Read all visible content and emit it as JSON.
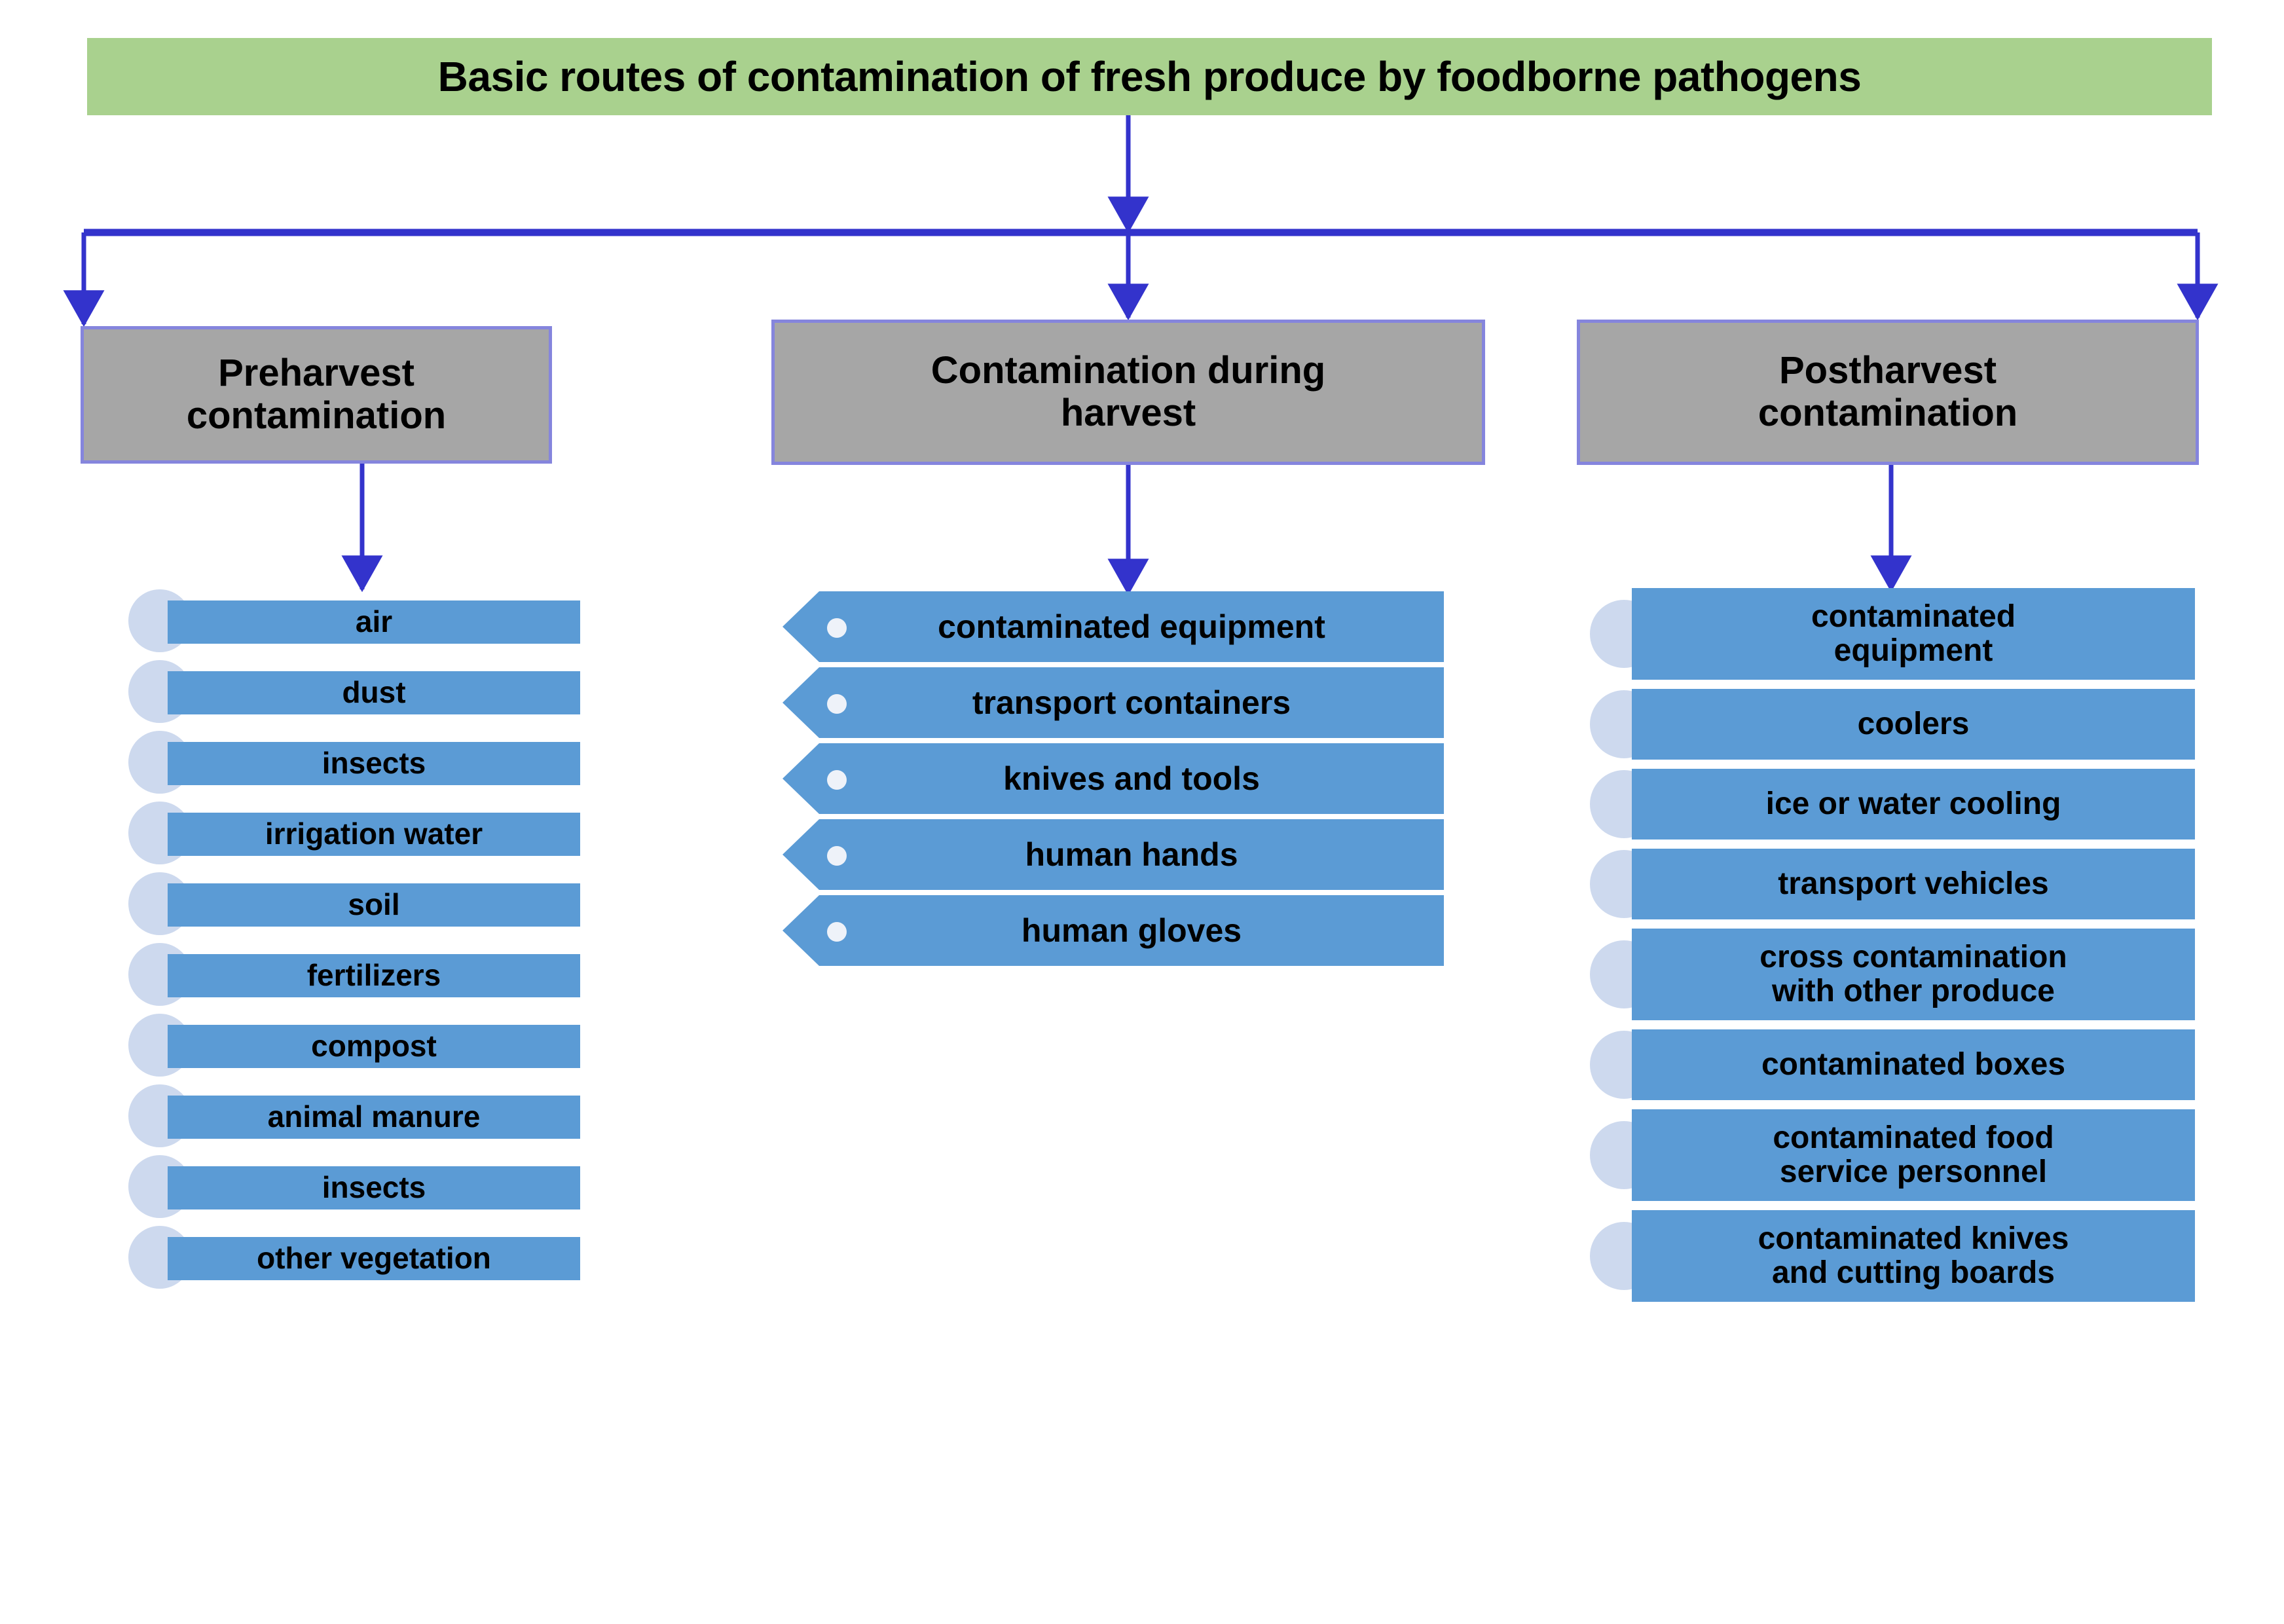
{
  "title": {
    "text": "Basic routes of contamination of fresh produce by foodborne pathogens",
    "background_color": "#a9d18e"
  },
  "colors": {
    "banner_green": "#a9d18e",
    "category_gray": "#a6a6a6",
    "category_border_purple": "#8585dd",
    "item_blue": "#5b9bd5",
    "bullet_lavender": "#cdd9ee",
    "bullet_white": "#eef2f9",
    "connector_blue": "#3333cc",
    "text_black": "#000000",
    "page_background": "#ffffff"
  },
  "categories": [
    {
      "id": "preharvest",
      "label": "Preharvest\ncontamination",
      "shape": "rectangle-bullet",
      "items": [
        {
          "label": "air"
        },
        {
          "label": "dust"
        },
        {
          "label": "insects"
        },
        {
          "label": "irrigation water"
        },
        {
          "label": "soil"
        },
        {
          "label": "fertilizers"
        },
        {
          "label": "compost"
        },
        {
          "label": "animal manure"
        },
        {
          "label": "insects"
        },
        {
          "label": "other vegetation"
        }
      ]
    },
    {
      "id": "during-harvest",
      "label": "Contamination during\nharvest",
      "shape": "left-chevron",
      "items": [
        {
          "label": "contaminated equipment"
        },
        {
          "label": "transport containers"
        },
        {
          "label": "knives and tools"
        },
        {
          "label": "human hands"
        },
        {
          "label": "human gloves"
        }
      ]
    },
    {
      "id": "postharvest",
      "label": "Postharvest\ncontamination",
      "shape": "rectangle-bullet",
      "items": [
        {
          "label": "contaminated\nequipment",
          "lines": 2
        },
        {
          "label": "coolers",
          "lines": 1
        },
        {
          "label": "ice or water cooling",
          "lines": 1
        },
        {
          "label": "transport vehicles",
          "lines": 1
        },
        {
          "label": "cross contamination\nwith other produce",
          "lines": 2
        },
        {
          "label": "contaminated boxes",
          "lines": 1
        },
        {
          "label": "contaminated food\nservice personnel",
          "lines": 2
        },
        {
          "label": "contaminated knives\nand cutting boards",
          "lines": 2
        }
      ]
    }
  ],
  "connectors": {
    "description": "Title flows down to a horizontal bus, which splits into three downward arrows feeding the three category boxes; each category box has a downward arrow to its item list.",
    "arrow_color": "#3333cc"
  }
}
